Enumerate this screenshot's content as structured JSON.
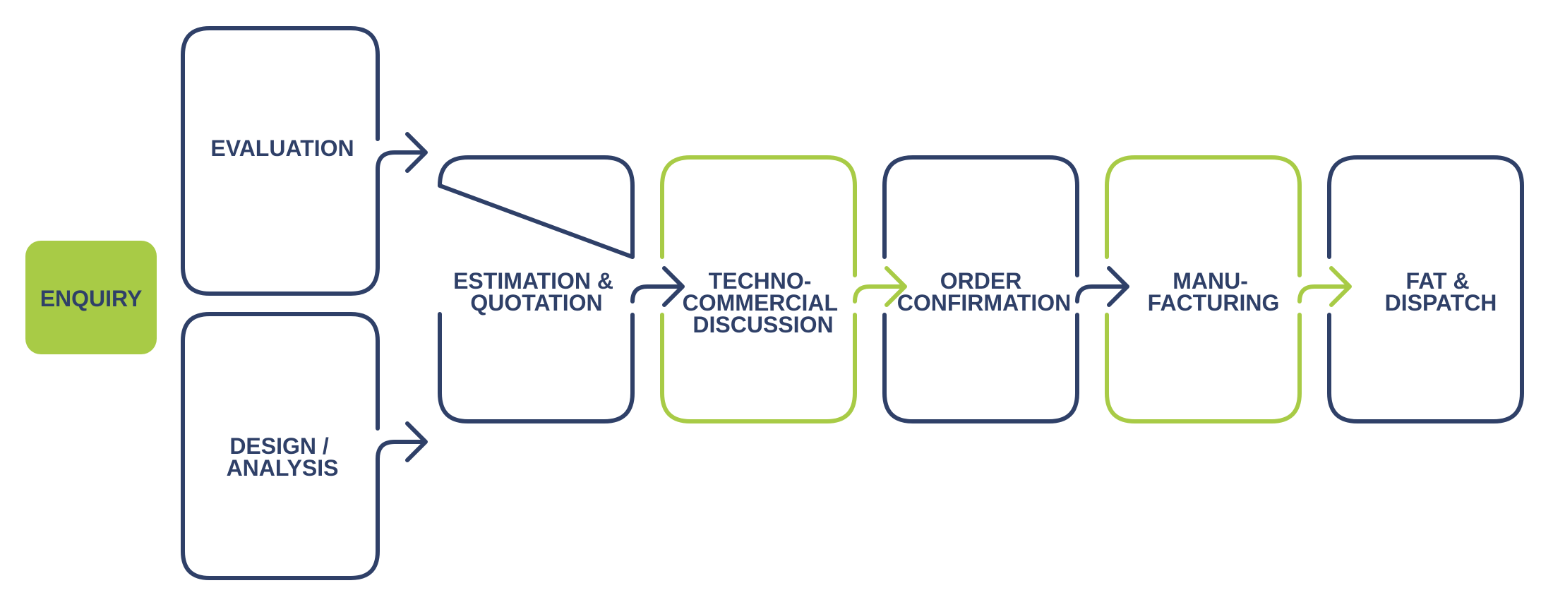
{
  "colors": {
    "navy": "#2f4068",
    "green": "#a8cb46",
    "white": "#ffffff"
  },
  "enquiry": {
    "label": "ENQUIRY"
  },
  "branches": {
    "evaluation": [
      "EVALUATION"
    ],
    "design_analysis": [
      "DESIGN /",
      "ANALYSIS"
    ]
  },
  "stages": [
    {
      "lines": [
        "ESTIMATION &",
        "QUOTATION"
      ],
      "color": "navy"
    },
    {
      "lines": [
        "TECHNO-",
        "COMMERCIAL",
        "DISCUSSION"
      ],
      "color": "green"
    },
    {
      "lines": [
        "ORDER",
        "CONFIRMATION"
      ],
      "color": "navy"
    },
    {
      "lines": [
        "MANU-",
        "FACTURING"
      ],
      "color": "green"
    },
    {
      "lines": [
        "FAT &",
        "DISPATCH"
      ],
      "color": "navy"
    }
  ]
}
